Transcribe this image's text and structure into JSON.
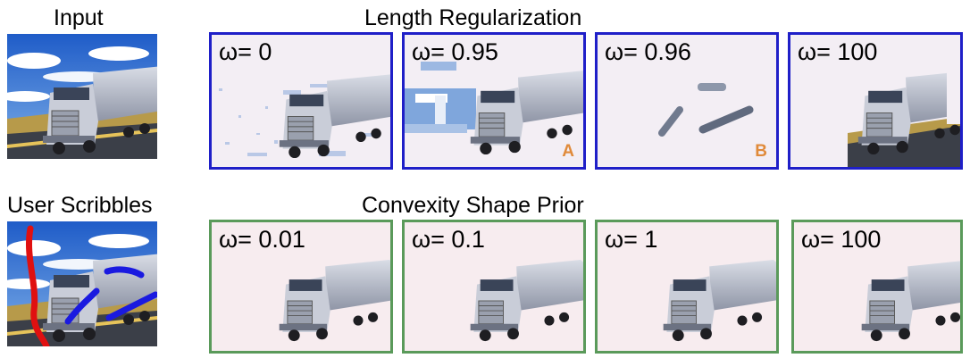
{
  "headings": {
    "input": "Input",
    "length_regularization": "Length Regularization",
    "user_scribbles": "User Scribbles",
    "convexity_shape_prior": "Convexity Shape Prior"
  },
  "length_row": [
    {
      "omega": "ω= 0"
    },
    {
      "omega": "ω= 0.95",
      "tag": "A"
    },
    {
      "omega": "ω= 0.96",
      "tag": "B"
    },
    {
      "omega": "ω= 100"
    }
  ],
  "convexity_row": [
    {
      "omega": "ω= 0.01"
    },
    {
      "omega": "ω= 0.1"
    },
    {
      "omega": "ω= 1"
    },
    {
      "omega": "ω= 100"
    }
  ],
  "colors": {
    "length_border": "#1f1fc8",
    "convexity_border": "#5a9a5a",
    "tag": "#e08a3a",
    "scribble_background": "#e01010",
    "scribble_foreground": "#1a1ae0"
  }
}
